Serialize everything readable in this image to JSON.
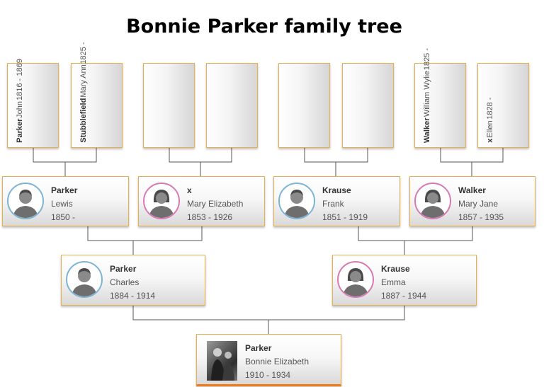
{
  "title": "Bonnie Parker family tree",
  "great_grandparents": [
    {
      "surname": "Parker",
      "given": "John",
      "dates": "1816 - 1869"
    },
    {
      "surname": "Stubblefield",
      "given": "Mary Ann",
      "dates": "1825 -"
    },
    {
      "surname": "",
      "given": "",
      "dates": ""
    },
    {
      "surname": "",
      "given": "",
      "dates": ""
    },
    {
      "surname": "",
      "given": "",
      "dates": ""
    },
    {
      "surname": "",
      "given": "",
      "dates": ""
    },
    {
      "surname": "Walker",
      "given": "William Wylie",
      "dates": "1825 -"
    },
    {
      "surname": "x",
      "given": "Ellen",
      "dates": "1828 -"
    }
  ],
  "grandparents": [
    {
      "surname": "Parker",
      "given": "Lewis",
      "dates": "1850 -",
      "avatar": "male-avatar-icon"
    },
    {
      "surname": "x",
      "given": "Mary Elizabeth",
      "dates": "1853 - 1926",
      "avatar": "female-avatar-icon"
    },
    {
      "surname": "Krause",
      "given": "Frank",
      "dates": "1851 - 1919",
      "avatar": "male-avatar-icon"
    },
    {
      "surname": "Walker",
      "given": "Mary Jane",
      "dates": "1857 - 1935",
      "avatar": "female-avatar-icon"
    }
  ],
  "parents": [
    {
      "surname": "Parker",
      "given": "Charles",
      "dates": "1884 - 1914",
      "avatar": "male-avatar-icon"
    },
    {
      "surname": "Krause",
      "given": "Emma",
      "dates": "1887 - 1944",
      "avatar": "female-avatar-icon"
    }
  ],
  "subject": {
    "surname": "Parker",
    "given": "Bonnie Elizabeth",
    "dates": "1910 - 1934",
    "avatar": "photo-portrait"
  },
  "colors": {
    "box_border": "#e8b04a",
    "male_ring": "#7db4d6",
    "female_ring": "#d77ab4",
    "focus_accent": "#f07b18"
  }
}
